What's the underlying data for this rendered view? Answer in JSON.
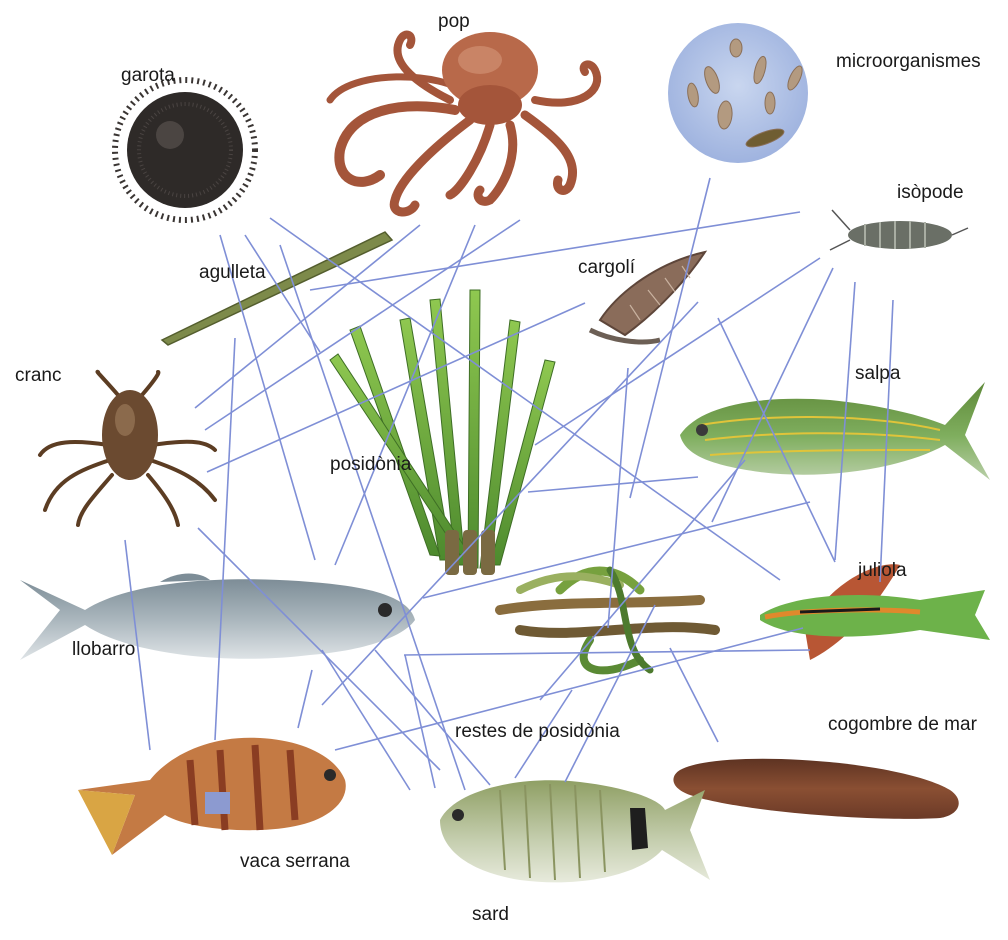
{
  "colors": {
    "link_line": "#7f8fd6",
    "background": "#ffffff"
  },
  "organisms": [
    {
      "id": "pop",
      "label": "pop",
      "icon": "octopus-icon"
    },
    {
      "id": "garota",
      "label": "garota",
      "icon": "sea-urchin-icon"
    },
    {
      "id": "microorganismes",
      "label": "microorganismes",
      "icon": "microorganisms-icon"
    },
    {
      "id": "isopode",
      "label": "isòpode",
      "icon": "isopod-icon"
    },
    {
      "id": "agulleta",
      "label": "agulleta",
      "icon": "pipefish-icon"
    },
    {
      "id": "cargoli",
      "label": "cargolí",
      "icon": "snail-icon"
    },
    {
      "id": "cranc",
      "label": "cranc",
      "icon": "crab-icon"
    },
    {
      "id": "salpa",
      "label": "salpa",
      "icon": "salema-fish-icon"
    },
    {
      "id": "posidonia",
      "label": "posidònia",
      "icon": "seagrass-icon"
    },
    {
      "id": "juliola",
      "label": "juliola",
      "icon": "rainbow-wrasse-icon"
    },
    {
      "id": "llobarro",
      "label": "llobarro",
      "icon": "sea-bass-icon"
    },
    {
      "id": "restes",
      "label": "restes de posidònia",
      "icon": "seagrass-debris-icon"
    },
    {
      "id": "cogombre",
      "label": "cogombre de mar",
      "icon": "sea-cucumber-icon"
    },
    {
      "id": "vaca",
      "label": "vaca serrana",
      "icon": "comber-fish-icon"
    },
    {
      "id": "sard",
      "label": "sard",
      "icon": "sea-bream-icon"
    }
  ]
}
